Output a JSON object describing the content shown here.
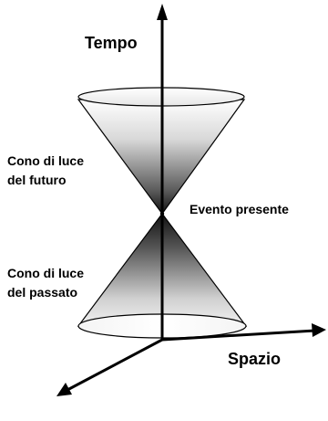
{
  "labels": {
    "time_axis": "Tempo",
    "space_axis": "Spazio",
    "future_cone_line1": "Cono di luce",
    "future_cone_line2": "del futuro",
    "present_event": "Evento presente",
    "past_cone_line1": "Cono di luce",
    "past_cone_line2": "del passato"
  },
  "colors": {
    "stroke": "#000000",
    "cone_dark": "#1a1a1a",
    "cone_light": "#ffffff",
    "rim": "#eeeeee"
  }
}
